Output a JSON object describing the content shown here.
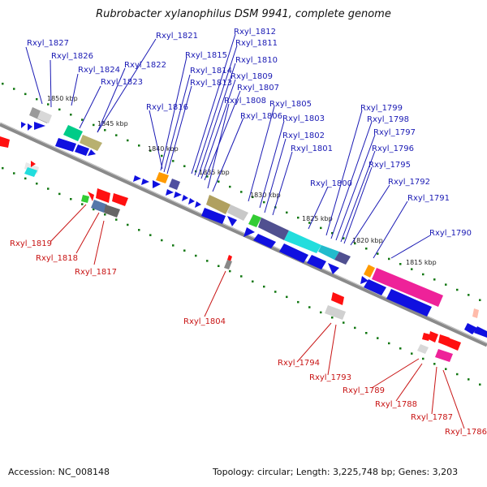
{
  "title": "Rubrobacter xylanophilus DSM 9941, complete genome",
  "footer": {
    "accession": "Accession: NC_008148",
    "summary": "Topology: circular; Length: 3,225,748 bp; Genes: 3,203"
  },
  "colors": {
    "background": "#ffffff",
    "backbone": "#8a8a8a",
    "top_strand_label": "#1a1ab4",
    "bottom_strand_label": "#c81414",
    "top_strand_gene": "#1010e0",
    "bottom_strand_gene": "#ff1010",
    "tick": "#117711"
  },
  "scale_labels": [
    "1850 kbp",
    "1845 kbp",
    "1840 kbp",
    "1835 kbp",
    "1830 kbp",
    "1825 kbp",
    "1820 kbp",
    "1815 kbp"
  ],
  "top_labels": [
    "Rxyl_1827",
    "Rxyl_1826",
    "Rxyl_1824",
    "Rxyl_1823",
    "Rxyl_1821",
    "Rxyl_1822",
    "Rxyl_1815",
    "Rxyl_1814",
    "Rxyl_1813",
    "Rxyl_1816",
    "Rxyl_1812",
    "Rxyl_1811",
    "Rxyl_1810",
    "Rxyl_1809",
    "Rxyl_1807",
    "Rxyl_1808",
    "Rxyl_1806",
    "Rxyl_1805",
    "Rxyl_1803",
    "Rxyl_1802",
    "Rxyl_1801",
    "Rxyl_1800",
    "Rxyl_1799",
    "Rxyl_1798",
    "Rxyl_1797",
    "Rxyl_1796",
    "Rxyl_1795",
    "Rxyl_1792",
    "Rxyl_1791",
    "Rxyl_1790"
  ],
  "bottom_labels": [
    "Rxyl_1819",
    "Rxyl_1818",
    "Rxyl_1817",
    "Rxyl_1804",
    "Rxyl_1794",
    "Rxyl_1793",
    "Rxyl_1789",
    "Rxyl_1788",
    "Rxyl_1787",
    "Rxyl_1786"
  ]
}
